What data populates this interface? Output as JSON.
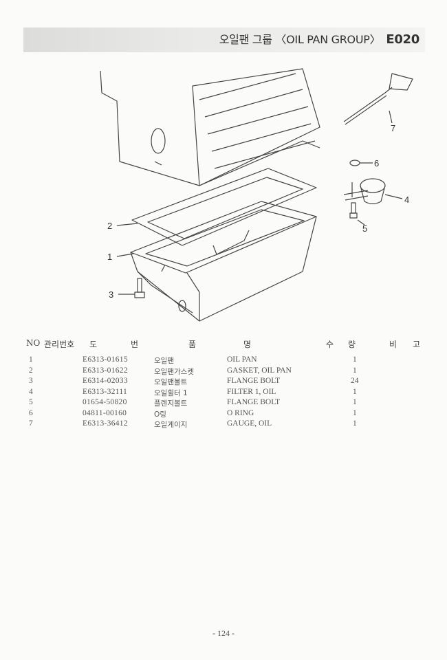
{
  "header": {
    "title": "오일팬 그룹 〈OIL PAN GROUP〉",
    "code": "E020"
  },
  "table": {
    "columns": {
      "no": "NO",
      "mgmt": "관리번호",
      "do": "도",
      "beon": "번",
      "pum": "품",
      "myeong": "명",
      "su": "수",
      "ryang": "량",
      "bi": "비",
      "go": "고"
    },
    "rows": [
      {
        "no": "1",
        "part_no": "E6313-01615",
        "name_kr": "오일팬",
        "name_en": "OIL PAN",
        "qty": "1"
      },
      {
        "no": "2",
        "part_no": "E6313-01622",
        "name_kr": "오일팬가스켓",
        "name_en": "GASKET, OIL PAN",
        "qty": "1"
      },
      {
        "no": "3",
        "part_no": "E6314-02033",
        "name_kr": "오일팬볼트",
        "name_en": "FLANGE BOLT",
        "qty": "24"
      },
      {
        "no": "4",
        "part_no": "E6313-32111",
        "name_kr": "오일휠터 1",
        "name_en": "FILTER 1, OIL",
        "qty": "1"
      },
      {
        "no": "5",
        "part_no": "01654-50820",
        "name_kr": "플렌지볼트",
        "name_en": "FLANGE BOLT",
        "qty": "1"
      },
      {
        "no": "6",
        "part_no": "04811-00160",
        "name_kr": "O링",
        "name_en": "O RING",
        "qty": "1"
      },
      {
        "no": "7",
        "part_no": "E6313-36412",
        "name_kr": "오일게이지",
        "name_en": "GAUGE, OIL",
        "qty": "1"
      }
    ]
  },
  "diagram": {
    "callouts": [
      "1",
      "2",
      "3",
      "4",
      "5",
      "6",
      "7"
    ]
  },
  "footer": {
    "page_number": "- 124 -"
  }
}
